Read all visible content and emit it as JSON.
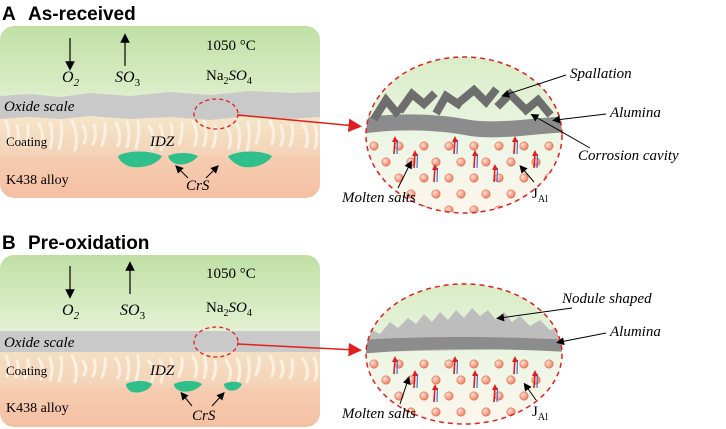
{
  "panels": [
    {
      "letter": "A",
      "title": "As-received",
      "temperature": "1050 °C",
      "o2": "O",
      "o2_sub": "2",
      "so3": "SO",
      "so3_sub": "3",
      "salt_prefix": "Na",
      "salt_sub1": "2",
      "salt_mid": "SO",
      "salt_sub2": "4",
      "layer_oxide": "Oxide scale",
      "layer_coating": "Coating",
      "layer_alloy": "K438 alloy",
      "idz": "IDZ",
      "crs": "CrS",
      "zoom_labels": {
        "top": "Spallation",
        "alumina": "Alumina",
        "cavity": "Corrosion cavity",
        "molten": "Molten salts",
        "j": "J",
        "j_sub": "Al"
      }
    },
    {
      "letter": "B",
      "title": "Pre-oxidation",
      "temperature": "1050 °C",
      "o2": "O",
      "o2_sub": "2",
      "so3": "SO",
      "so3_sub": "3",
      "salt_prefix": "Na",
      "salt_sub1": "2",
      "salt_mid": "SO",
      "salt_sub2": "4",
      "layer_oxide": "Oxide scale",
      "layer_coating": "Coating",
      "layer_alloy": "K438 alloy",
      "idz": "IDZ",
      "crs": "CrS",
      "zoom_labels": {
        "top": "Nodule shaped",
        "alumina": "Alumina",
        "molten": "Molten salts",
        "j": "J",
        "j_sub": "Al"
      }
    }
  ],
  "colors": {
    "atmosphere": "#cfe8b8",
    "oxide": "#c8c8c8",
    "coating": "#f3dcc0",
    "alloy": "#f6c9ad",
    "idz": "#2fbf8a",
    "dashed": "#e02020",
    "arrow_red": "#e02020",
    "particle": "#f08a70"
  }
}
